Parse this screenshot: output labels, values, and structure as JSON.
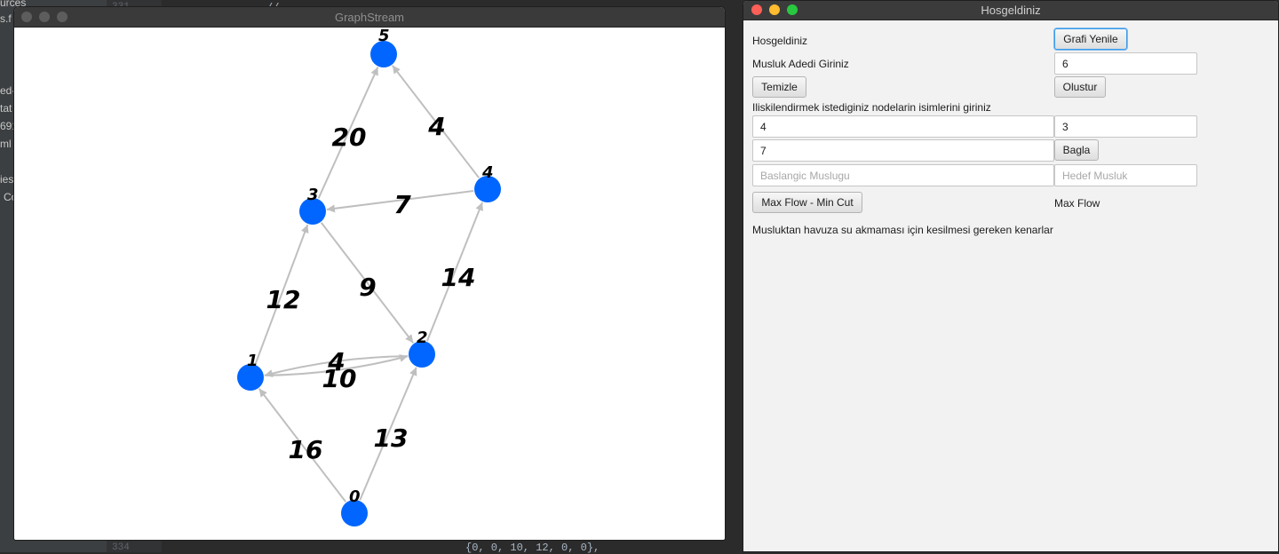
{
  "background_ide": {
    "sidebar_fragments": [
      "urces",
      "s.f",
      "ed-",
      "tat",
      "691",
      "ml",
      "ies",
      "Co"
    ],
    "line_numbers": [
      "331",
      "334"
    ],
    "code_fragments": [
      "// ..........................",
      "{0, 0, 10, 12, 0, 0},"
    ]
  },
  "graph_window": {
    "title": "GraphStream",
    "chart_data": {
      "type": "directed-graph",
      "nodes": [
        {
          "id": "0",
          "label": "0"
        },
        {
          "id": "1",
          "label": "1"
        },
        {
          "id": "2",
          "label": "2"
        },
        {
          "id": "3",
          "label": "3"
        },
        {
          "id": "4",
          "label": "4"
        },
        {
          "id": "5",
          "label": "5"
        }
      ],
      "edges": [
        {
          "from": "0",
          "to": "1",
          "weight": "16"
        },
        {
          "from": "0",
          "to": "2",
          "weight": "13"
        },
        {
          "from": "1",
          "to": "2",
          "weight": "10"
        },
        {
          "from": "2",
          "to": "1",
          "weight": "4"
        },
        {
          "from": "1",
          "to": "3",
          "weight": "12"
        },
        {
          "from": "3",
          "to": "2",
          "weight": "9"
        },
        {
          "from": "2",
          "to": "4",
          "weight": "14"
        },
        {
          "from": "4",
          "to": "3",
          "weight": "7"
        },
        {
          "from": "3",
          "to": "5",
          "weight": "20"
        },
        {
          "from": "4",
          "to": "5",
          "weight": "4"
        }
      ],
      "node_color": "#0066ff",
      "edge_color": "#bfbfbf"
    }
  },
  "form_window": {
    "title": "Hosgeldiniz",
    "welcome_label": "Hosgeldiniz",
    "refresh_button": "Grafi Yenile",
    "count_label": "Musluk Adedi Giriniz",
    "count_value": "6",
    "clear_button": "Temizle",
    "create_button": "Olustur",
    "relation_label": "Iliskilendirmek istediginiz nodelarin isimlerini giriniz",
    "from_node_value": "4",
    "to_node_value": "3",
    "capacity_value": "7",
    "connect_button": "Bagla",
    "source_placeholder": "Baslangic Muslugu",
    "target_placeholder": "Hedef Musluk",
    "maxflow_button": "Max Flow - Min Cut",
    "maxflow_label": "Max Flow",
    "cut_label": "Musluktan havuza su akmaması için kesilmesi gereken kenarlar",
    "accent_color": "#3b9ae8"
  }
}
